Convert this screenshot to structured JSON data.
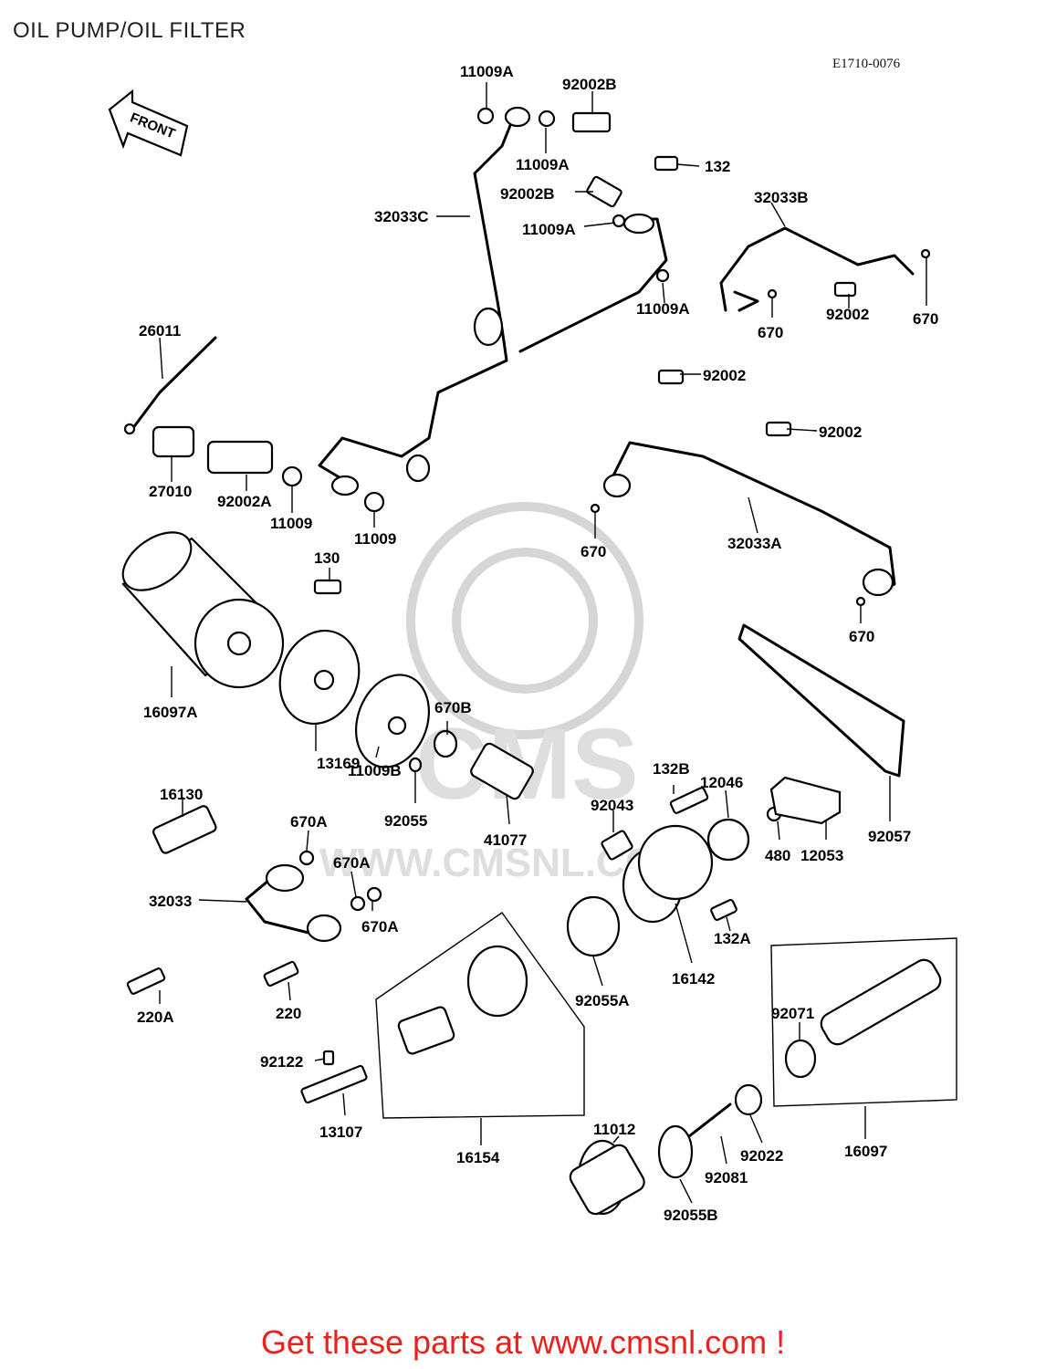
{
  "page": {
    "title": "OIL PUMP/OIL FILTER",
    "diagram_code": "E1710-0076",
    "footer": "Get these parts at www.cmsnl.com !"
  },
  "front_arrow": {
    "label": "FRONT"
  },
  "watermark": {
    "brand": "CMS",
    "url": "WWW.CMSNL.COM"
  },
  "labels": {
    "p11009A_top": "11009A",
    "p92002B_top": "92002B",
    "p11009A_b": "11009A",
    "p132": "132",
    "p92002B_mid": "92002B",
    "p32033C": "32033C",
    "p11009A_c": "11009A",
    "p32033B": "32033B",
    "p11009A_d": "11009A",
    "p670_a": "670",
    "p92002_a": "92002",
    "p670_b": "670",
    "p26011": "26011",
    "p92002_b": "92002",
    "p92002_c": "92002",
    "p27010": "27010",
    "p92002A": "92002A",
    "p11009_a": "11009",
    "p11009_b": "11009",
    "p670_c": "670",
    "p32033A": "32033A",
    "p130": "130",
    "p670_d": "670",
    "p16097A": "16097A",
    "p670B": "670B",
    "p13169": "13169",
    "p11009B": "11009B",
    "p92055": "92055",
    "p41077": "41077",
    "p132B": "132B",
    "p12046": "12046",
    "p92043": "92043",
    "p16130": "16130",
    "p670A_a": "670A",
    "p670A_b": "670A",
    "p670A_c": "670A",
    "p32033": "32033",
    "p480": "480",
    "p12053": "12053",
    "p92057": "92057",
    "p132A": "132A",
    "p16142": "16142",
    "p92055A": "92055A",
    "p220A": "220A",
    "p220": "220",
    "p92071": "92071",
    "p92122": "92122",
    "p13107": "13107",
    "p16154": "16154",
    "p11012": "11012",
    "p92022": "92022",
    "p92081": "92081",
    "p16097": "16097",
    "p92055B": "92055B"
  }
}
